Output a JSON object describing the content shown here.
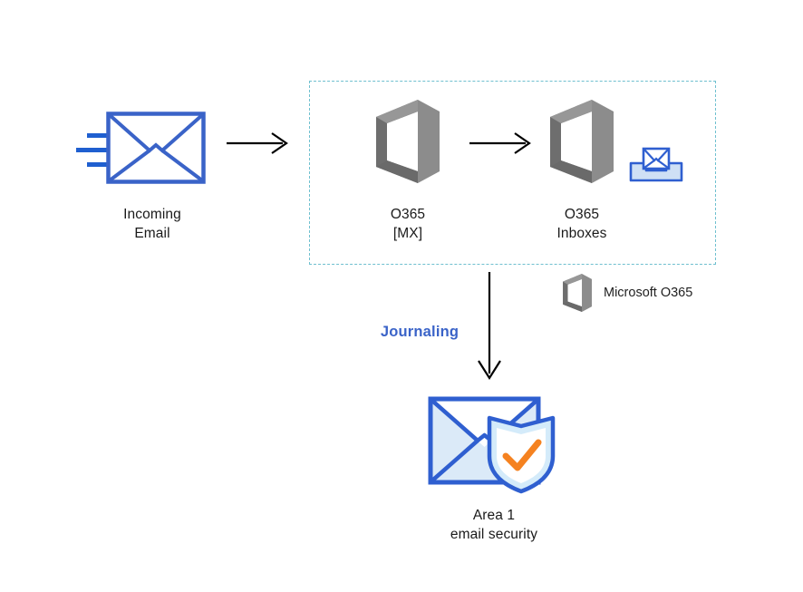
{
  "diagram": {
    "title_present": false,
    "background": "#ffffff",
    "colors": {
      "envelope_blue": "#3a63c8",
      "motion_line_blue": "#1f5fd0",
      "dashed_zone_teal": "#6fc0cf",
      "office_gray": "#7b7b7b",
      "arrow_black": "#000000",
      "journaling_blue": "#3a63c8",
      "shield_orange": "#f58220",
      "envelope_fill_light": "#dbeaf8",
      "label_text": "#1a1a1a"
    }
  },
  "nodes": {
    "incoming_email": {
      "label": "Incoming\nEmail",
      "icon": "envelope-icon"
    },
    "o365_mx": {
      "label": "O365\n[MX]",
      "icon": "office-365-icon"
    },
    "o365_inboxes": {
      "label": "O365\nInboxes",
      "icon": "office-365-icon",
      "badge_icon": "inbox-tray-icon"
    },
    "area1": {
      "label": "Area 1\nemail security",
      "icon": "shielded-envelope-icon"
    }
  },
  "edges": {
    "incoming_to_mx": {
      "label": "",
      "icon": "arrow-right-icon"
    },
    "mx_to_inboxes": {
      "label": "",
      "icon": "arrow-right-icon"
    },
    "inboxes_to_area1": {
      "label": "Journaling",
      "icon": "arrow-down-icon"
    }
  },
  "zone": {
    "name": "o365-boundary",
    "style": "dashed"
  },
  "legend": {
    "items": [
      {
        "label": "Microsoft O365",
        "icon": "office-365-icon"
      }
    ]
  }
}
